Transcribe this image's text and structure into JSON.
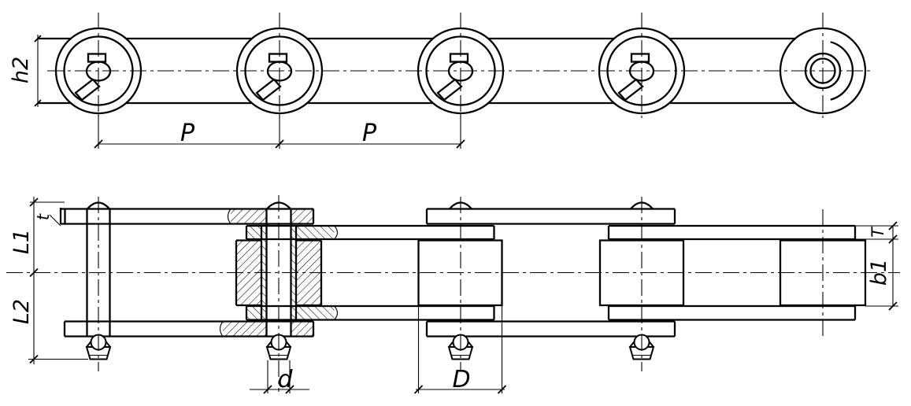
{
  "colors": {
    "background": "#ffffff",
    "line": "#000000"
  },
  "elevation": {
    "labels": {
      "plate_height": "h2",
      "pitch_left": "P",
      "pitch_right": "P"
    }
  },
  "plan": {
    "labels": {
      "plate_thickness": "t",
      "pin_length_upper": "L1",
      "pin_length_lower": "L2",
      "pin_diameter": "d",
      "roller_diameter": "D",
      "inner_width": "b1",
      "inner_plate_thickness": "T"
    }
  }
}
